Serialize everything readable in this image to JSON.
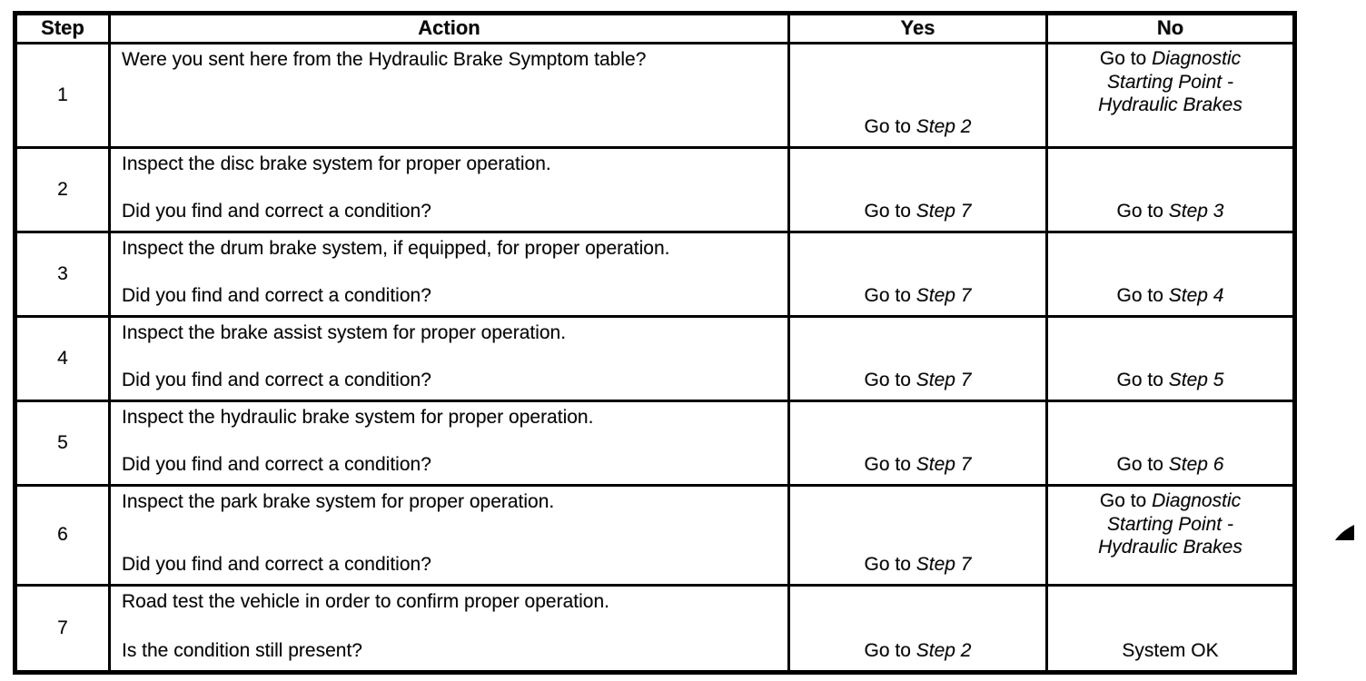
{
  "document": {
    "headers": {
      "step": "Step",
      "action": "Action",
      "yes": "Yes",
      "no": "No"
    },
    "rows": [
      {
        "step": "1",
        "instruction": "Were you sent here from the Hydraulic Brake Symptom table?",
        "question": "",
        "yes_prefix": "Go to ",
        "yes_ref": "Step 2",
        "no_prefix": "Go to ",
        "no_ref": "Diagnostic Starting Point - Hydraulic Brakes"
      },
      {
        "step": "2",
        "instruction": "Inspect the disc brake system for proper operation.",
        "question": "Did you find and correct a condition?",
        "yes_prefix": "Go to ",
        "yes_ref": "Step 7",
        "no_prefix": "Go to ",
        "no_ref": "Step 3"
      },
      {
        "step": "3",
        "instruction": "Inspect the drum brake system, if equipped, for proper operation.",
        "question": "Did you find and correct a condition?",
        "yes_prefix": "Go to ",
        "yes_ref": "Step 7",
        "no_prefix": "Go to ",
        "no_ref": "Step 4"
      },
      {
        "step": "4",
        "instruction": "Inspect the brake assist system for proper operation.",
        "question": "Did you find and correct a condition?",
        "yes_prefix": "Go to ",
        "yes_ref": "Step 7",
        "no_prefix": "Go to ",
        "no_ref": "Step 5"
      },
      {
        "step": "5",
        "instruction": "Inspect the hydraulic brake system for proper operation.",
        "question": "Did you find and correct a condition?",
        "yes_prefix": "Go to ",
        "yes_ref": "Step 7",
        "no_prefix": "Go to ",
        "no_ref": "Step 6"
      },
      {
        "step": "6",
        "instruction": "Inspect the park brake system for proper operation.",
        "question": "Did you find and correct a condition?",
        "yes_prefix": "Go to ",
        "yes_ref": "Step 7",
        "no_prefix": "Go to ",
        "no_ref": "Diagnostic Starting Point - Hydraulic Brakes"
      },
      {
        "step": "7",
        "instruction": "Road test the vehicle in order to confirm proper operation.",
        "question": "Is the condition still present?",
        "yes_prefix": "Go to ",
        "yes_ref": "Step 2",
        "no_prefix": "System OK",
        "no_ref": ""
      }
    ]
  }
}
